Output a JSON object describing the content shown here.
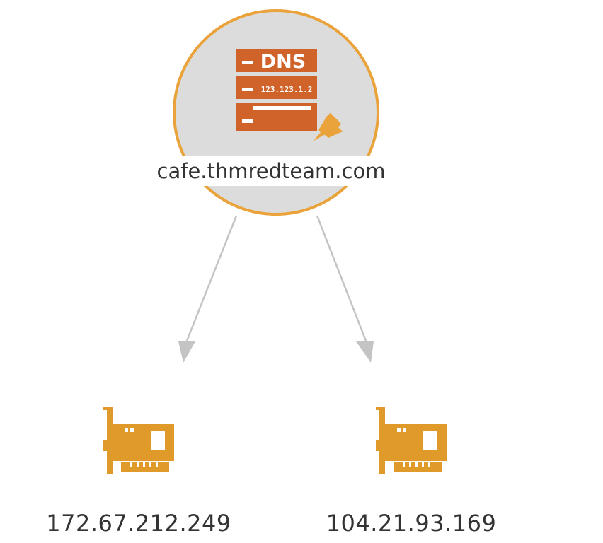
{
  "colors": {
    "node_fill": "#dcdcdc",
    "node_border": "#e9a33a",
    "dns_server": "#d0632a",
    "pin": "#e9a33a",
    "nic_icon": "#e09a2a",
    "edge": "#c4c4c4",
    "label_text": "#333333"
  },
  "nodes": {
    "domain": {
      "label": "cafe.thmredteam.com",
      "icon": "dns-server-icon",
      "icon_title": "DNS",
      "icon_ip": "123.123.1.2",
      "pinned": true
    },
    "targets": [
      {
        "label": "172.67.212.249",
        "icon": "network-card-icon"
      },
      {
        "label": "104.21.93.169",
        "icon": "network-card-icon"
      }
    ]
  },
  "edges": [
    {
      "from": "cafe.thmredteam.com",
      "to": "172.67.212.249"
    },
    {
      "from": "cafe.thmredteam.com",
      "to": "104.21.93.169"
    }
  ]
}
